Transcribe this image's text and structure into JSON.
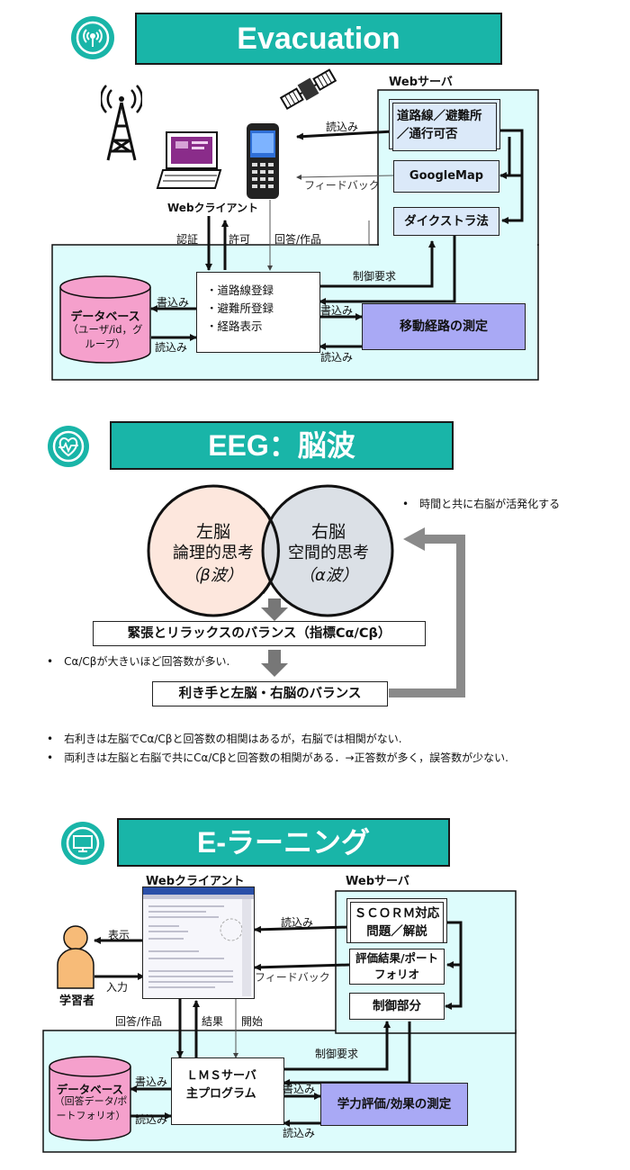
{
  "evac": {
    "title": "Evacuation",
    "webserver_label": "Webサーバ",
    "webclient_label": "Webクライアント",
    "box_route": "道路線／避難所／通行可否",
    "box_googlemap": "GoogleMap",
    "box_dijkstra": "ダイクストラ法",
    "read_label": "読込み",
    "feedback_label": "フィードバック",
    "auth_label": "認証",
    "permit_label": "許可",
    "answer_label": "回答/作品",
    "ctrl_label": "制御要求",
    "write1": "書込み",
    "read1": "読込み",
    "write2": "書込み",
    "read2": "読込み",
    "db_title": "データベース",
    "db_sub": "（ユーザ/id，グループ）",
    "main_items": [
      "・道路線登録",
      "・避難所登録",
      "・経路表示"
    ],
    "measure": "移動経路の測定"
  },
  "eeg": {
    "title": "EEG：脳波",
    "note_top": "•　時間と共に右脳が活発化する",
    "left_brain": "左脳",
    "left_sub": "論理的思考",
    "left_wave": "（β波）",
    "right_brain": "右脳",
    "right_sub": "空間的思考",
    "right_wave": "（α波）",
    "balance_box": "緊張とリラックスのバランス（指標Cα/Cβ）",
    "note_mid": "•　Cα/Cβが大きいほど回答数が多い.",
    "hand_box": "利き手と左脳・右脳のバランス",
    "note_b1": "•　右利きは左脳でCα/Cβと回答数の相関はあるが，右脳では相関がない.",
    "note_b2": "•　両利きは左脳と右脳で共にCα/Cβと回答数の相関がある．→正答数が多く，誤答数が少ない."
  },
  "elearn": {
    "title": "E-ラーニング",
    "webclient_label": "Webクライアント",
    "webserver_label": "Webサーバ",
    "box_scorm": "ＳＣＯＲＭ対応問題／解説",
    "box_eval": "評価結果/ポートフォリオ",
    "box_ctrl": "制御部分",
    "read_label": "読込み",
    "feedback_label": "フィードバック",
    "show_label": "表示",
    "input_label": "入力",
    "learner": "学習者",
    "answer_label": "回答/作品",
    "result_label": "結果",
    "start_label": "開始",
    "ctrl_label": "制御要求",
    "write1": "書込み",
    "read1": "読込み",
    "write2": "書込み",
    "read2": "読込み",
    "db_title": "データベース",
    "db_sub": "（回答データ/ポートフォリオ）",
    "lms_line1": "ＬＭＳサーバ",
    "lms_line2": "主プログラム",
    "measure": "学力評価/効果の測定"
  }
}
